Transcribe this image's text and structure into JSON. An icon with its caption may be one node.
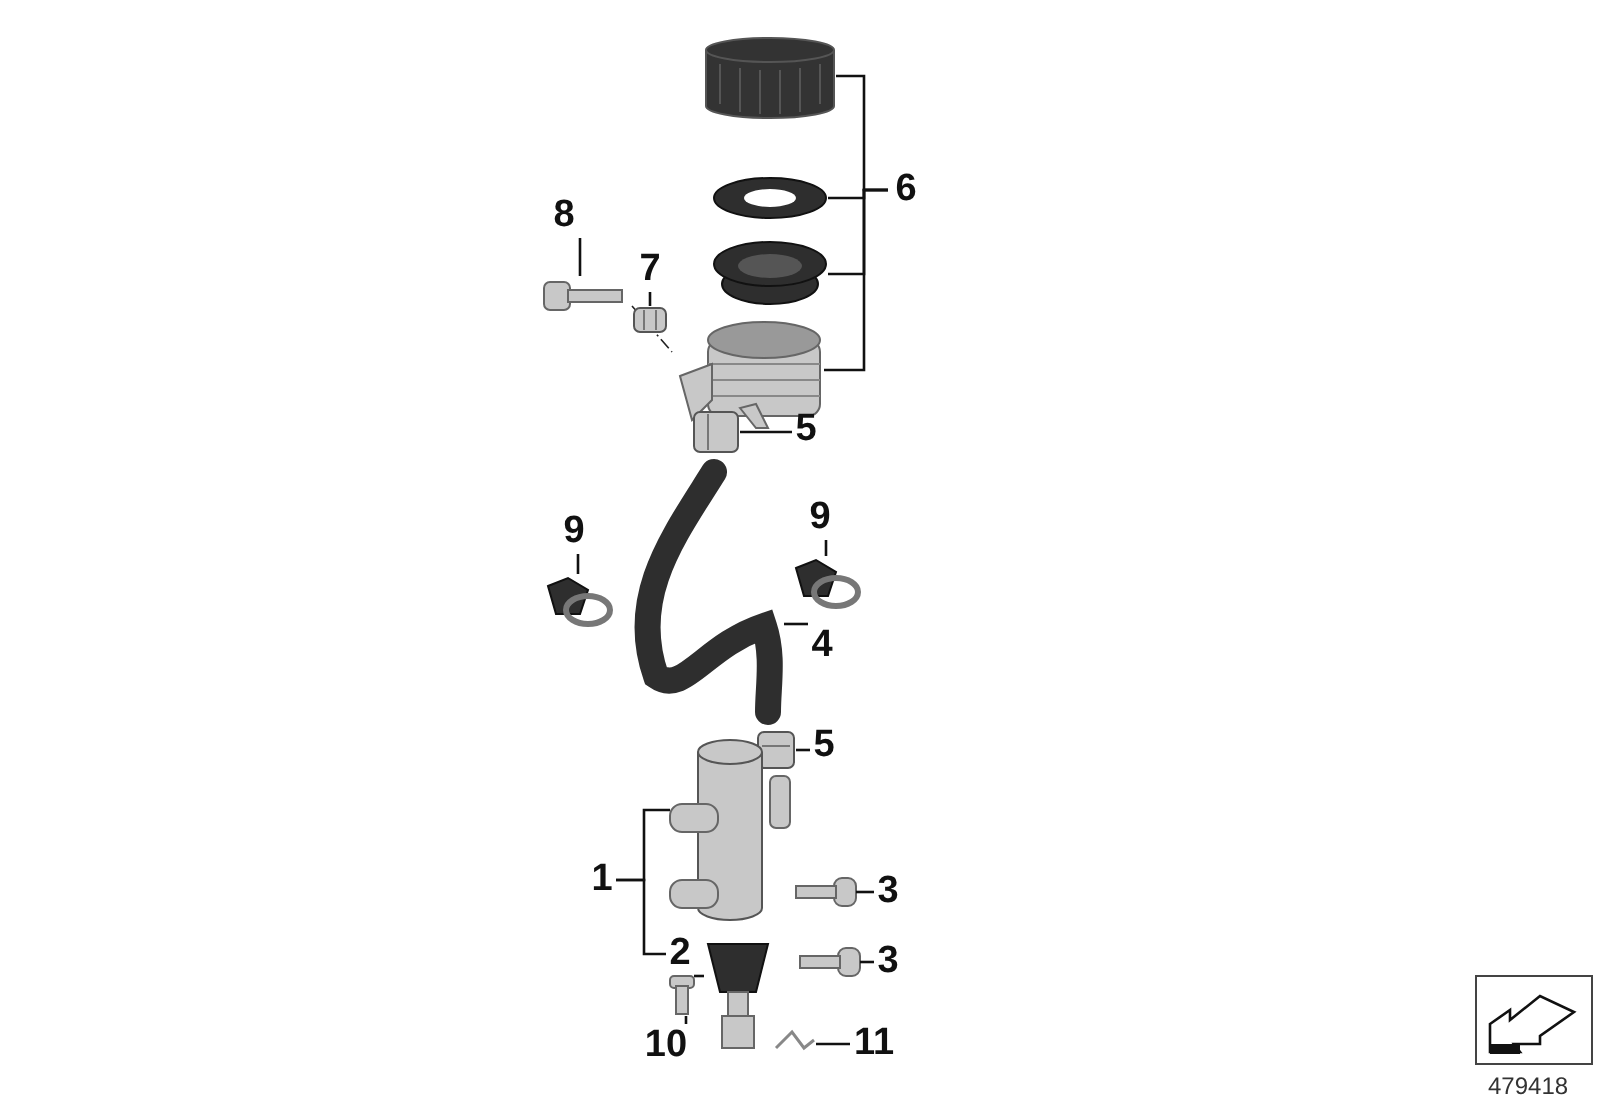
{
  "diagram": {
    "nodes": [
      {
        "text": [
          "6"
        ]
      },
      {
        "text": [],
        "shape": "cylinder"
      },
      {
        "text": [],
        "shape": "picture"
      },
      {
        "text": [],
        "shape": "picture"
      },
      {
        "text": [],
        "shape": "picture"
      },
      {
        "text": [
          "8"
        ]
      },
      {
        "text": [],
        "shape": "picture"
      },
      {
        "text": [
          "7"
        ]
      },
      {
        "text": [],
        "shape": "box"
      },
      {
        "text": [
          "5"
        ]
      },
      {
        "text": [],
        "shape": "box"
      },
      {
        "text": [
          "9"
        ]
      },
      {
        "text": [],
        "shape": "picture"
      },
      {
        "text": [
          "9"
        ]
      },
      {
        "text": [],
        "shape": "picture"
      },
      {
        "text": [
          "4"
        ]
      },
      {
        "text": [],
        "shape": "picture"
      },
      {
        "text": [
          "5"
        ]
      },
      {
        "text": [],
        "shape": "box"
      },
      {
        "text": [
          "1"
        ]
      },
      {
        "text": [],
        "shape": "cylinder"
      },
      {
        "text": [
          "3"
        ]
      },
      {
        "text": [],
        "shape": "picture"
      },
      {
        "text": [
          "2"
        ]
      },
      {
        "text": [],
        "shape": "picture"
      },
      {
        "text": [
          "3"
        ]
      },
      {
        "text": [],
        "shape": "picture"
      },
      {
        "text": [
          "10"
        ]
      },
      {
        "text": [],
        "shape": "picture"
      },
      {
        "text": [
          "11"
        ]
      },
      {
        "text": [],
        "shape": "picture"
      }
    ],
    "edges": [
      {
        "from": 0,
        "to": 1,
        "arrow": "none"
      },
      {
        "from": 0,
        "to": 2,
        "arrow": "none"
      },
      {
        "from": 0,
        "to": 3,
        "arrow": "none"
      },
      {
        "from": 0,
        "to": 4,
        "arrow": "none"
      },
      {
        "from": 5,
        "to": 6,
        "arrow": "none"
      },
      {
        "from": 7,
        "to": 8,
        "arrow": "none"
      },
      {
        "from": 9,
        "to": 10,
        "arrow": "none"
      },
      {
        "from": 11,
        "to": 12,
        "arrow": "none"
      },
      {
        "from": 13,
        "to": 14,
        "arrow": "none"
      },
      {
        "from": 15,
        "to": 16,
        "arrow": "none"
      },
      {
        "from": 17,
        "to": 18,
        "arrow": "none"
      },
      {
        "from": 19,
        "to": 20,
        "arrow": "none"
      },
      {
        "from": 19,
        "to": 23,
        "arrow": "none"
      },
      {
        "from": 21,
        "to": 22,
        "arrow": "none"
      },
      {
        "from": 23,
        "to": 24,
        "arrow": "none"
      },
      {
        "from": 25,
        "to": 26,
        "arrow": "none"
      },
      {
        "from": 27,
        "to": 28,
        "arrow": "none"
      },
      {
        "from": 29,
        "to": 30,
        "arrow": "none"
      }
    ],
    "labels": [
      "479418"
    ]
  }
}
